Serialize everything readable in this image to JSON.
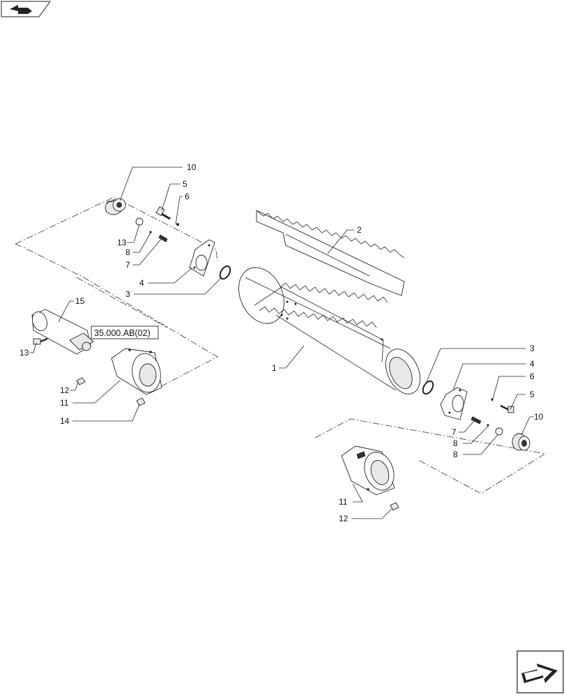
{
  "nav": {
    "prev_icon": "back-arrow-icon",
    "next_icon": "forward-arrow-icon"
  },
  "reference_box": {
    "text": "35.000.AB(02)"
  },
  "callouts": {
    "a1": "10",
    "a2": "5",
    "a3": "6",
    "a4": "13",
    "a5": "8",
    "a6": "7",
    "a7": "4",
    "a8": "3",
    "b1": "15",
    "b2": "13",
    "b3": "12",
    "b4": "11",
    "b5": "14",
    "c1": "2",
    "c2": "1",
    "d1": "3",
    "d2": "4",
    "d3": "6",
    "d4": "5",
    "d5": "7",
    "d6": "8",
    "d7": "8",
    "d8": "10",
    "e1": "11",
    "e2": "12"
  }
}
